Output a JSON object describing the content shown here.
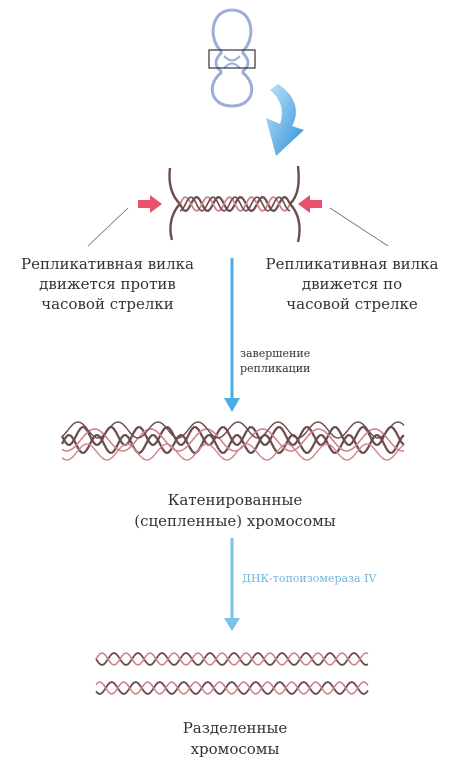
{
  "labels": {
    "fork_left_line1": "Репликативная вилка",
    "fork_left_line2": "движется против",
    "fork_left_line3": "часовой стрелки",
    "fork_right_line1": "Репликативная вилка",
    "fork_right_line2": "движется по",
    "fork_right_line3": "часовой стрелке",
    "step1_line1": "завершение",
    "step1_line2": "репликации",
    "catenated_line1": "Катенированные",
    "catenated_line2": "(сцепленные) хромосомы",
    "enzyme": "ДНК-топоизомераза IV",
    "separated_line1": "Разделенные",
    "separated_line2": "хромосомы"
  },
  "colors": {
    "circle_dna": "#9aaed8",
    "big_arrow": "#3aa0e6",
    "flow_arrow": "#4aaee6",
    "fork_push_arrow": "#e8536a",
    "dna_strand_dark": "#6b4b4b",
    "dna_strand_red": "#d0848c"
  }
}
